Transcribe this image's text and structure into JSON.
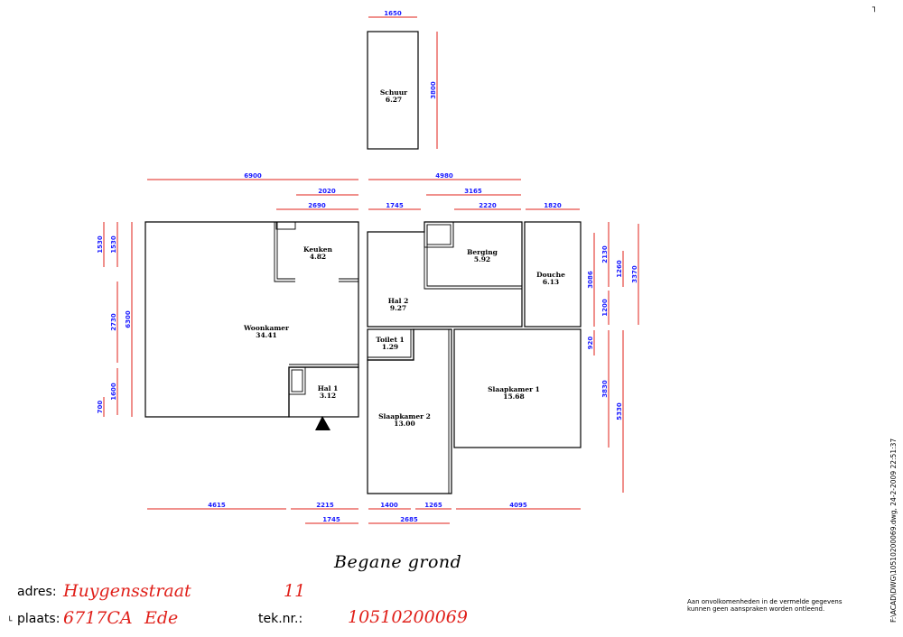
{
  "plan": {
    "title": "Begane grond",
    "rooms": {
      "schuur": {
        "name": "Schuur",
        "area": "6.27"
      },
      "keuken": {
        "name": "Keuken",
        "area": "4.82"
      },
      "woonkamer": {
        "name": "Woonkamer",
        "area": "34.41"
      },
      "hal1": {
        "name": "Hal 1",
        "area": "3.12"
      },
      "hal2": {
        "name": "Hal 2",
        "area": "9.27"
      },
      "berging": {
        "name": "Berging",
        "area": "5.92"
      },
      "douche": {
        "name": "Douche",
        "area": "6.13"
      },
      "toilet1": {
        "name": "Toilet 1",
        "area": "1.29"
      },
      "slaapkamer1": {
        "name": "Slaapkamer 1",
        "area": "15.68"
      },
      "slaapkamer2": {
        "name": "Slaapkamer 2",
        "area": "13.00"
      }
    },
    "dims": {
      "schuur_w": "1650",
      "schuur_h": "3800",
      "top_6900": "6900",
      "top_4980": "4980",
      "top_2020": "2020",
      "top_3165": "3165",
      "top_2690": "2690",
      "top_1745": "1745",
      "top_2220": "2220",
      "top_1820": "1820",
      "left_1530a": "1530",
      "left_1530b": "1530",
      "left_2730": "2730",
      "left_6300": "6300",
      "left_1600": "1600",
      "left_700": "700",
      "right_3086": "3086",
      "right_2130": "2130",
      "right_1260": "1260",
      "right_3370": "3370",
      "right_1200": "1200",
      "right_920": "920",
      "right_3830": "3830",
      "right_5330": "5330",
      "bot_4615": "4615",
      "bot_2215": "2215",
      "bot_1400": "1400",
      "bot_1265": "1265",
      "bot_4095": "4095",
      "bot_1745": "1745",
      "bot_2685": "2685"
    }
  },
  "info": {
    "adres_label": "adres:",
    "adres_street": "Huygensstraat",
    "adres_number": "11",
    "plaats_label": "plaats:",
    "plaats_postcode": "6717CA",
    "plaats_city": "Ede",
    "teknr_label": "tek.nr.:",
    "teknr_value": "10510200069",
    "disclaimer_line1": "Aan onvolkomenheden in de vermelde gegevens",
    "disclaimer_line2": "kunnen geen aanspraken worden ontleend.",
    "file_path": "F:\\ACAD\\DWG\\10510200069.dwg, 24-2-2009 22:51:37"
  },
  "colors": {
    "dimension_line": "#e0201a",
    "dimension_text": "#1a1aff",
    "address_text": "#e0201a"
  }
}
